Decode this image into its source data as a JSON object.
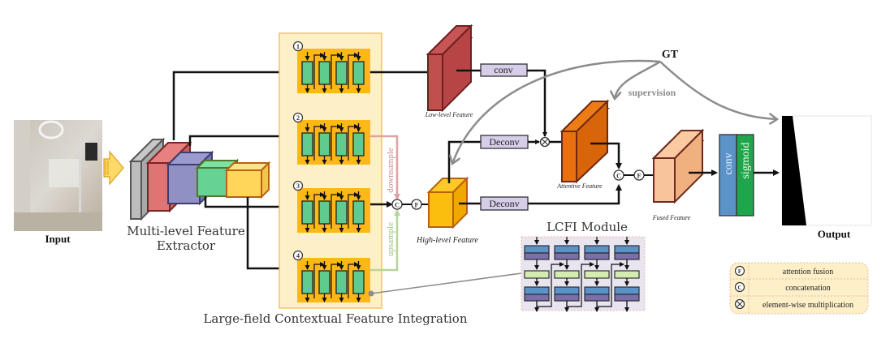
{
  "input": {
    "label": "Input"
  },
  "extractor": {
    "line1": "Multi-level Feature",
    "line2": "Extractor"
  },
  "lcfi_group": {
    "title": "Large-field Contextual Feature Integration",
    "blocks": [
      {
        "index": "1"
      },
      {
        "index": "2"
      },
      {
        "index": "3"
      },
      {
        "index": "4"
      }
    ],
    "downsample_label": "downsample",
    "upsample_label": "upsample"
  },
  "features": {
    "low_level": "Low-level Feature",
    "high_level": "High-level Feature",
    "attentive": "Attentive Feature",
    "fused": "Fused Feature"
  },
  "ops": {
    "conv": "conv",
    "deconv_top": "Deconv",
    "deconv_bottom": "Deconv",
    "concat_symbol": "C",
    "fusion_symbol": "F",
    "multiply_symbol": "⊗"
  },
  "head": {
    "conv": "conv",
    "sigmoid": "sigmoid"
  },
  "gt": {
    "label": "GT",
    "supervision": "supervision"
  },
  "output": {
    "label": "Output"
  },
  "lcfi_module": {
    "title": "LCFI Module"
  },
  "legend": {
    "items": [
      {
        "symbol": "F",
        "label": "attention fusion"
      },
      {
        "symbol": "C",
        "label": "concatenation"
      },
      {
        "symbol": "⊗",
        "label": "element-wise multiplication"
      }
    ]
  },
  "colors": {
    "lcfi_bg": "#fdefc8",
    "lcfi_border": "#f2c65a",
    "block_bg": "#fbb817",
    "cell_green": "#5fcc8e",
    "low_feature": "#c0504d",
    "attentive_feature": "#e8700f",
    "high_feature": "#fbbd0e",
    "fused_feature": "#f8c49c",
    "op_box": "#d6cde8",
    "conv_blue": "#5b93c9",
    "sigmoid_green": "#1fa64c",
    "gray_arrow": "#8c8c8c",
    "downsample": "#e0a3a3",
    "upsample": "#b7d59a"
  }
}
